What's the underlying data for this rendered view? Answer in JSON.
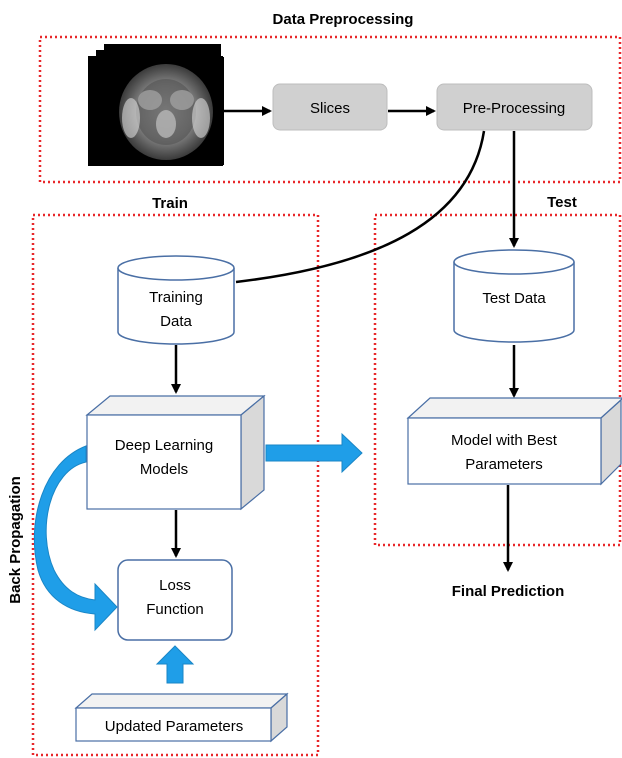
{
  "labels": {
    "data_preprocessing": "Data Preprocessing",
    "train": "Train",
    "test": "Test",
    "back_propagation": "Back Propagation",
    "final_prediction": "Final Prediction"
  },
  "nodes": {
    "slices": "Slices",
    "pre_processing": "Pre-Processing",
    "training_data_line1": "Training",
    "training_data_line2": "Data",
    "test_data": "Test Data",
    "deep_learning_line1": "Deep Learning",
    "deep_learning_line2": "Models",
    "model_best_line1": "Model with Best",
    "model_best_line2": "Parameters",
    "loss_line1": "Loss",
    "loss_line2": "Function",
    "updated_parameters": "Updated Parameters"
  },
  "colors": {
    "region_border": "#e8272a",
    "process_fill": "#d0d0d0",
    "box_border": "#4a6fa5",
    "cube_side": "#d9d9d9",
    "cube_top": "#f2f2f2",
    "blue_arrow": "#1f9ee8",
    "arrow": "#000000"
  },
  "icons": {
    "mri_stack": "brain-mri-slices-icon"
  }
}
